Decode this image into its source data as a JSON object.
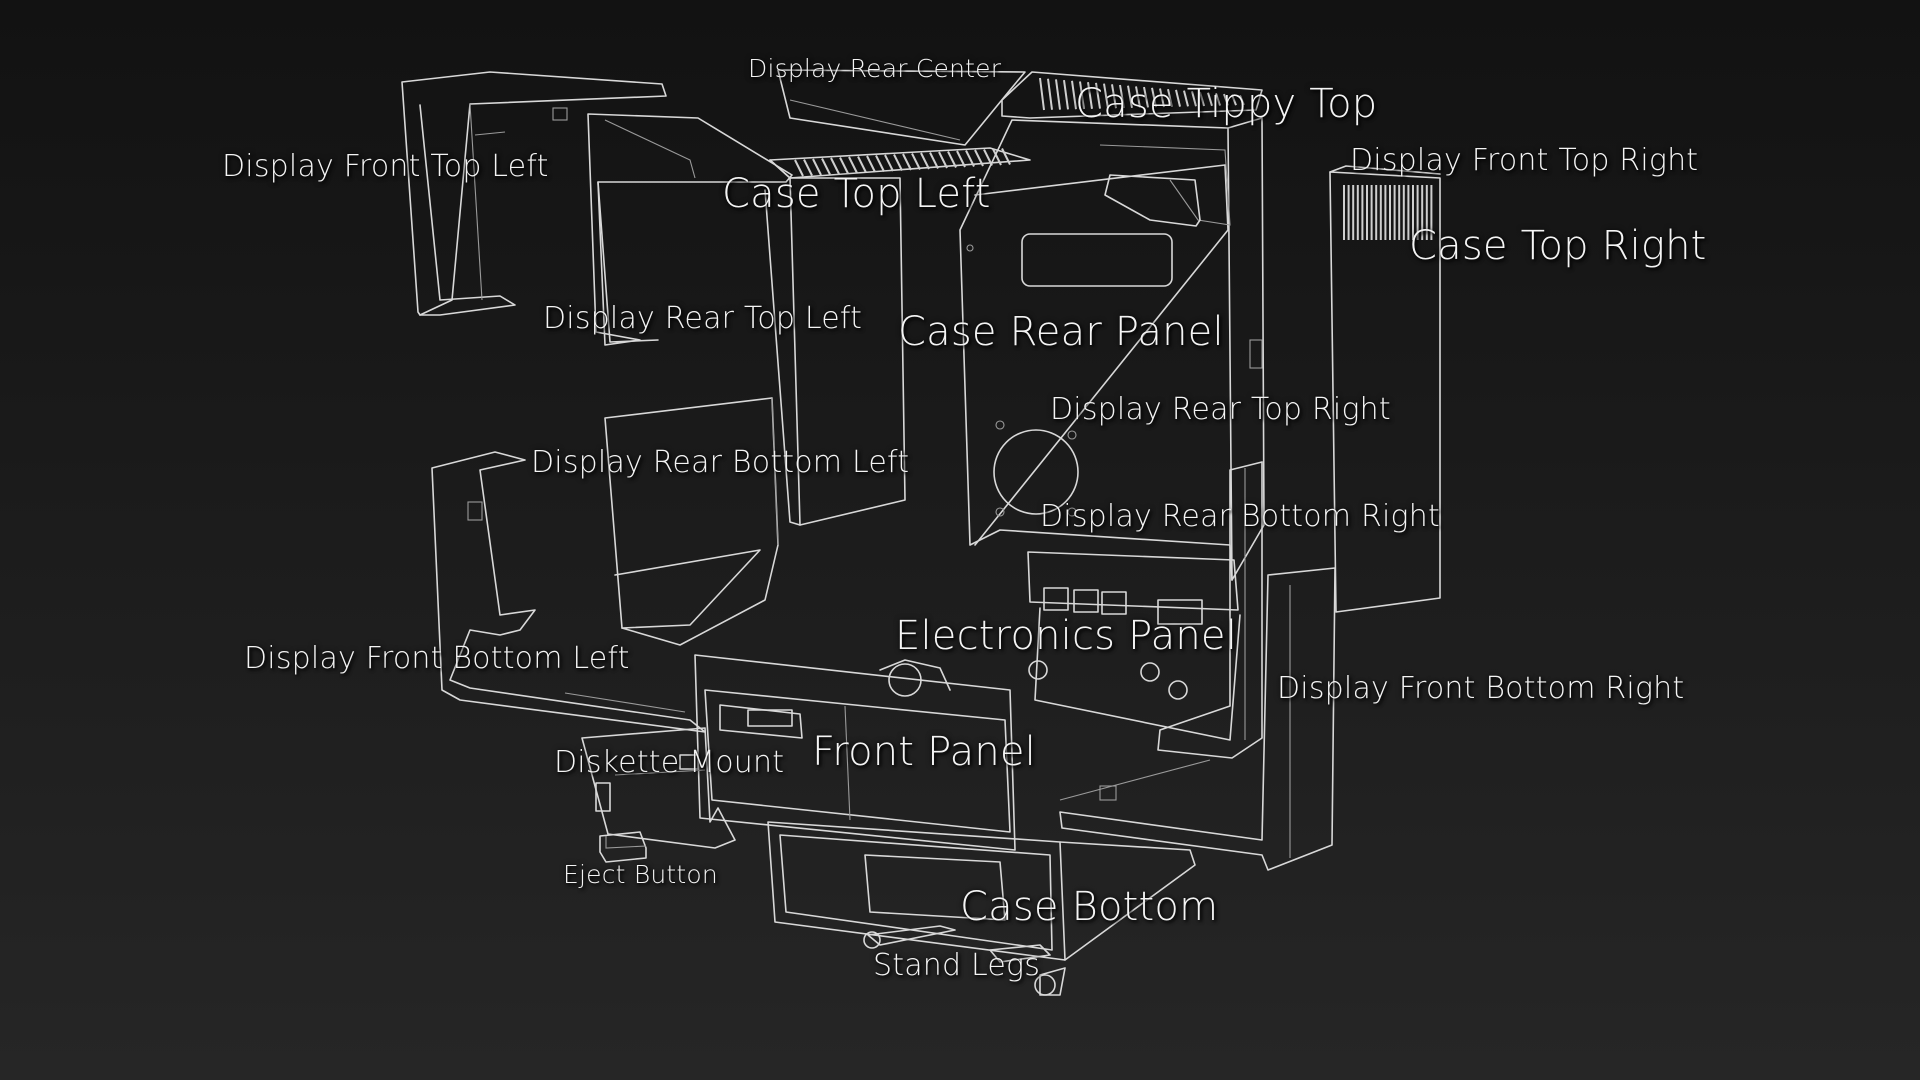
{
  "diagram": {
    "labels": {
      "display_rear_center": "Display Rear Center",
      "case_tippy_top": "Case Tippy Top",
      "display_front_top_left": "Display Front Top Left",
      "case_top_left": "Case Top Left",
      "display_front_top_right": "Display Front Top Right",
      "case_top_right": "Case Top Right",
      "display_rear_top_left": "Display Rear Top Left",
      "case_rear_panel": "Case Rear Panel",
      "display_rear_top_right": "Display Rear Top Right",
      "display_rear_bottom_left": "Display Rear Bottom Left",
      "display_rear_bottom_right": "Display Rear Bottom Right",
      "electronics_panel": "Electronics Panel",
      "display_front_bottom_left": "Display Front Bottom Left",
      "display_front_bottom_right": "Display Front Bottom Right",
      "front_panel": "Front Panel",
      "diskette_mount": "Diskette Mount",
      "eject_button": "Eject Button",
      "case_bottom": "Case Bottom",
      "stand_legs": "Stand Legs"
    },
    "colors": {
      "background_top": "#121212",
      "background_bottom": "#262626",
      "line": "#d8d8d8",
      "text": "#f4f4f4"
    }
  }
}
